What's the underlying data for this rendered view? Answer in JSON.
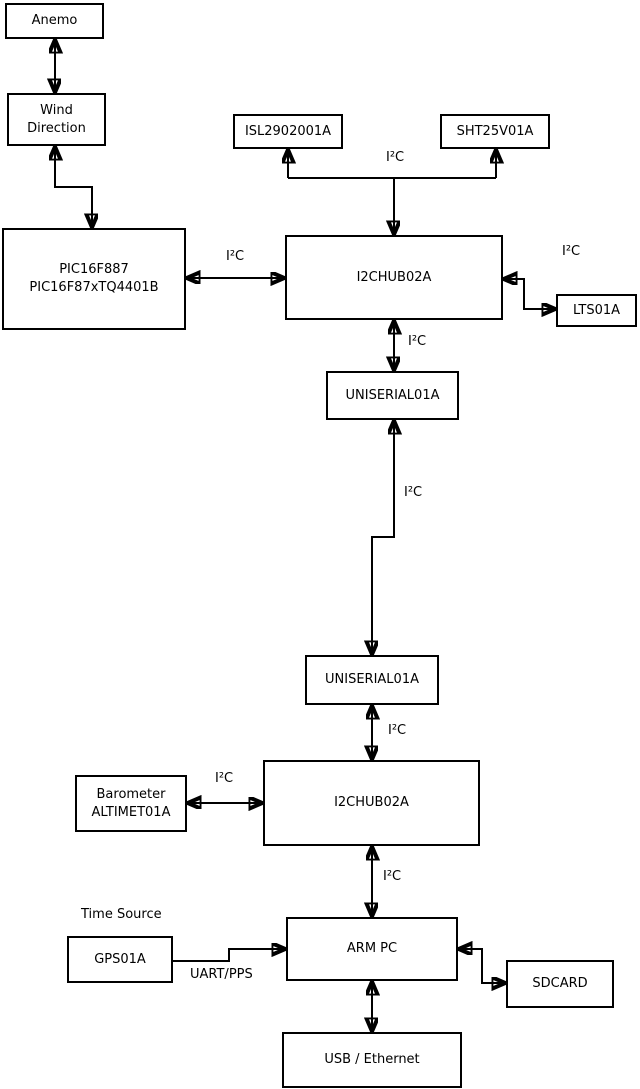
{
  "nodes": {
    "anemo": {
      "label": "Anemo"
    },
    "wind": {
      "label": "Wind\nDirection"
    },
    "pic": {
      "label": "PIC16F887\nPIC16F87xTQ4401B"
    },
    "isl": {
      "label": "ISL2902001A"
    },
    "sht": {
      "label": "SHT25V01A"
    },
    "hub1": {
      "label": "I2CHUB02A"
    },
    "lts": {
      "label": "LTS01A"
    },
    "uniserial1": {
      "label": "UNISERIAL01A"
    },
    "uniserial2": {
      "label": "UNISERIAL01A"
    },
    "hub2": {
      "label": "I2CHUB02A"
    },
    "barometer": {
      "label": "Barometer\nALTIMET01A"
    },
    "gps": {
      "label": "GPS01A"
    },
    "arm_pc": {
      "label": "ARM PC"
    },
    "sdcard": {
      "label": "SDCARD"
    },
    "usb_ethernet": {
      "label": "USB / Ethernet"
    }
  },
  "edge_labels": {
    "isl_sht_bus": "I²C",
    "pic_hub1": "I²C",
    "hub1_lts": "I²C",
    "hub1_uniserial1": "I²C",
    "uniserial1_uniserial2": "I²C",
    "uniserial2_hub2": "I²C",
    "barometer_hub2": "I²C",
    "hub2_arm": "I²C",
    "time_source": "Time Source",
    "gps_arm": "UART/PPS"
  },
  "connections": [
    {
      "from": "Anemo",
      "to": "Wind Direction",
      "bidirectional": true
    },
    {
      "from": "Wind Direction",
      "to": "PIC16F887 PIC16F87xTQ4401B",
      "bidirectional": true
    },
    {
      "from": "PIC16F887 PIC16F87xTQ4401B",
      "to": "I2CHUB02A",
      "label": "I²C",
      "bidirectional": true
    },
    {
      "from": "I2CHUB02A",
      "to": "ISL2902001A",
      "label": "I²C",
      "bidirectional": false
    },
    {
      "from": "I2CHUB02A",
      "to": "SHT25V01A",
      "label": "I²C",
      "bidirectional": false
    },
    {
      "from": "I2CHUB02A",
      "to": "LTS01A",
      "label": "I²C",
      "bidirectional": true
    },
    {
      "from": "I2CHUB02A",
      "to": "UNISERIAL01A",
      "label": "I²C",
      "bidirectional": true
    },
    {
      "from": "UNISERIAL01A",
      "to": "UNISERIAL01A",
      "label": "I²C",
      "bidirectional": true
    },
    {
      "from": "UNISERIAL01A",
      "to": "I2CHUB02A",
      "label": "I²C",
      "bidirectional": true
    },
    {
      "from": "Barometer ALTIMET01A",
      "to": "I2CHUB02A",
      "label": "I²C",
      "bidirectional": true
    },
    {
      "from": "I2CHUB02A",
      "to": "ARM PC",
      "label": "I²C",
      "bidirectional": true
    },
    {
      "from": "GPS01A",
      "to": "ARM PC",
      "label": "UART/PPS",
      "bidirectional": false
    },
    {
      "from": "ARM PC",
      "to": "SDCARD",
      "bidirectional": true
    },
    {
      "from": "ARM PC",
      "to": "USB / Ethernet",
      "bidirectional": true
    }
  ],
  "colors": {
    "line": "#000000",
    "box_fill": "#ffffff",
    "background": "#ffffff"
  }
}
